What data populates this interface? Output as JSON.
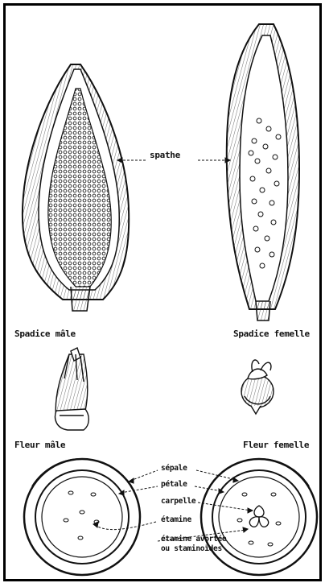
{
  "labels": {
    "spathe": "spathe",
    "spadice_male": "Spadice mâle",
    "spadice_femelle": "Spadice femelle",
    "fleur_male": "Fleur mâle",
    "fleur_femelle": "Fleur femelle",
    "sepale": "sépale",
    "petale": "pétale",
    "carpelle": "carpelle",
    "etamine": "étamine",
    "etamine_avortee_1": "étamine avortée",
    "etamine_avortee_2": "ou staminoïdes"
  }
}
